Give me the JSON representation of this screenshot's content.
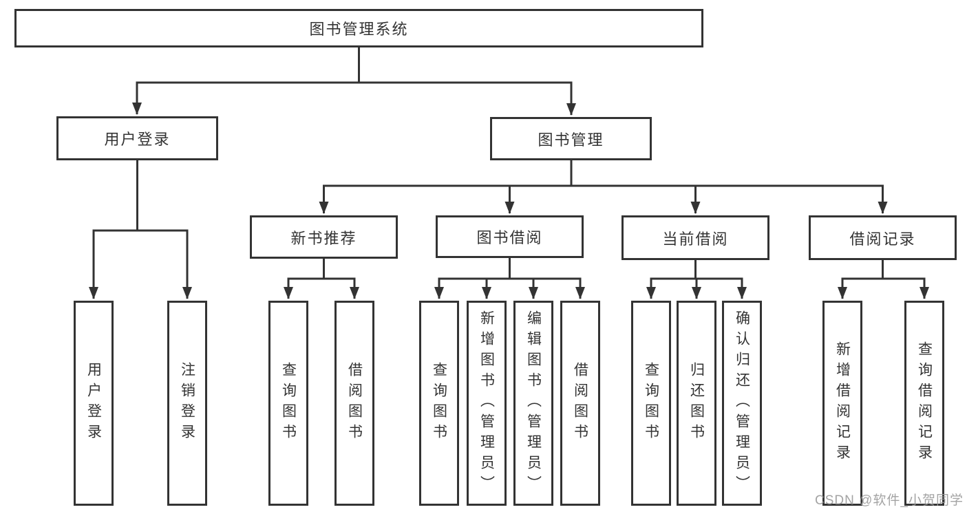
{
  "diagram": {
    "type": "hierarchy-tree",
    "nodes": {
      "root": "图书管理系统",
      "user_login": "用户登录",
      "book_mgmt": "图书管理",
      "new_book_rec": "新书推荐",
      "book_borrow": "图书借阅",
      "current_borrow": "当前借阅",
      "borrow_record": "借阅记录",
      "leaf_user_login": "用户登录",
      "leaf_logout": "注销登录",
      "leaf_query_book_1": "查询图书",
      "leaf_borrow_book_1": "借阅图书",
      "leaf_query_book_2": "查询图书",
      "leaf_add_book": "新增图书（管理员）",
      "leaf_edit_book": "编辑图书（管理员）",
      "leaf_borrow_book_2": "借阅图书",
      "leaf_query_book_3": "查询图书",
      "leaf_return_book": "归还图书",
      "leaf_confirm_return": "确认归还（管理员）",
      "leaf_add_record": "新增借阅记录",
      "leaf_query_record": "查询借阅记录"
    },
    "edges": [
      [
        "图书管理系统",
        "用户登录"
      ],
      [
        "图书管理系统",
        "图书管理"
      ],
      [
        "用户登录",
        "用户登录"
      ],
      [
        "用户登录",
        "注销登录"
      ],
      [
        "图书管理",
        "新书推荐"
      ],
      [
        "图书管理",
        "图书借阅"
      ],
      [
        "图书管理",
        "当前借阅"
      ],
      [
        "图书管理",
        "借阅记录"
      ],
      [
        "新书推荐",
        "查询图书"
      ],
      [
        "新书推荐",
        "借阅图书"
      ],
      [
        "图书借阅",
        "查询图书"
      ],
      [
        "图书借阅",
        "新增图书（管理员）"
      ],
      [
        "图书借阅",
        "编辑图书（管理员）"
      ],
      [
        "图书借阅",
        "借阅图书"
      ],
      [
        "当前借阅",
        "查询图书"
      ],
      [
        "当前借阅",
        "归还图书"
      ],
      [
        "当前借阅",
        "确认归还（管理员）"
      ],
      [
        "借阅记录",
        "新增借阅记录"
      ],
      [
        "借阅记录",
        "查询借阅记录"
      ]
    ]
  },
  "colors": {
    "line": "#333333",
    "box_border": "#333333",
    "text": "#333333",
    "background": "#ffffff",
    "watermark": "#9a9a9a"
  },
  "watermark": "CSDN @软件_小贺同学"
}
